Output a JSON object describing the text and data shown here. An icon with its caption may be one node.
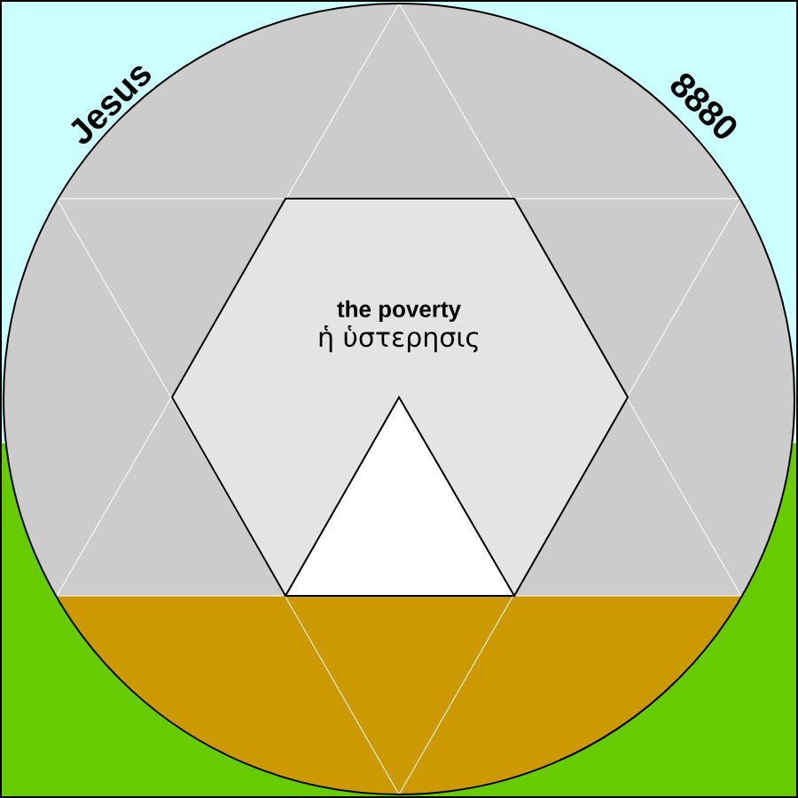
{
  "diagram": {
    "nodes": [
      {
        "text": [
          "the poverty",
          "ἡ ὑστερησις"
        ]
      }
    ],
    "edges": [],
    "labels": [
      "Jesus",
      "8880"
    ]
  }
}
